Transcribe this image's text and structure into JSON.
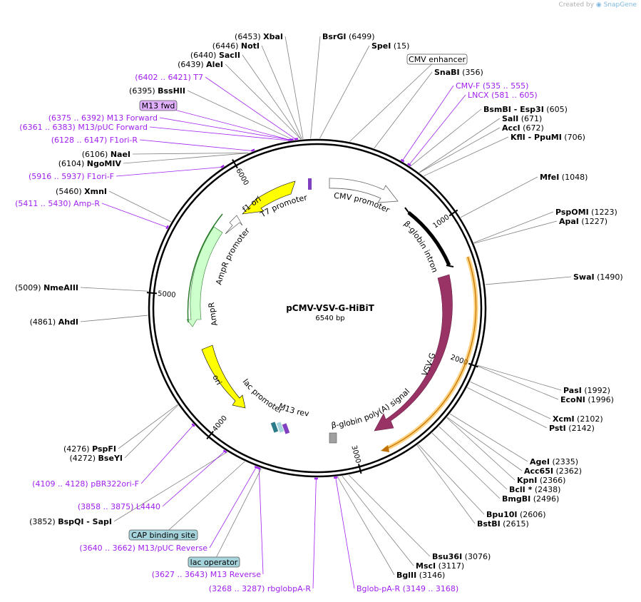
{
  "watermark": {
    "created_by": "Created by",
    "brand": "SnapGene"
  },
  "plasmid": {
    "name": "pCMV-VSV-G-HiBiT",
    "size": "6540 bp"
  },
  "ticks": [
    "1000",
    "2000",
    "3000",
    "4000",
    "5000",
    "6000"
  ],
  "enzymes": [
    {
      "pos": "(6453)",
      "name": "XbaI",
      "suffix": ""
    },
    {
      "pos": "(6446)",
      "name": "NotI",
      "suffix": ""
    },
    {
      "pos": "(6440)",
      "name": "SacII",
      "suffix": ""
    },
    {
      "pos": "(6439)",
      "name": "AleI",
      "suffix": ""
    },
    {
      "pos": "(6395)",
      "name": "BssHII",
      "suffix": ""
    },
    {
      "pos": "(6106)",
      "name": "NaeI",
      "suffix": ""
    },
    {
      "pos": "(6104)",
      "name": "NgoMIV",
      "suffix": ""
    },
    {
      "pos": "(5460)",
      "name": "XmnI",
      "suffix": ""
    },
    {
      "pos": "(5009)",
      "name": "NmeAIII",
      "suffix": ""
    },
    {
      "pos": "(4861)",
      "name": "AhdI",
      "suffix": ""
    },
    {
      "pos": "(4276)",
      "name": "PspFI",
      "suffix": ""
    },
    {
      "pos": "(4272)",
      "name": "BseYI",
      "suffix": ""
    },
    {
      "pos": "(3852)",
      "name": "BspQI",
      "suffix": "- SapI"
    },
    {
      "pos": "(6499)",
      "name": "BsrGI",
      "suffix": ""
    },
    {
      "pos": "(15)",
      "name": "SpeI",
      "suffix": ""
    },
    {
      "pos": "(356)",
      "name": "SnaBI",
      "suffix": ""
    },
    {
      "pos": "(605)",
      "name": "BsmBI",
      "suffix": "- Esp3I"
    },
    {
      "pos": "(671)",
      "name": "SalI",
      "suffix": ""
    },
    {
      "pos": "(672)",
      "name": "AccI",
      "suffix": ""
    },
    {
      "pos": "(706)",
      "name": "KflI",
      "suffix": "- PpuMI"
    },
    {
      "pos": "(1048)",
      "name": "MfeI",
      "suffix": ""
    },
    {
      "pos": "(1223)",
      "name": "PspOMI",
      "suffix": ""
    },
    {
      "pos": "(1227)",
      "name": "ApaI",
      "suffix": ""
    },
    {
      "pos": "(1490)",
      "name": "SwaI",
      "suffix": ""
    },
    {
      "pos": "(1992)",
      "name": "PasI",
      "suffix": ""
    },
    {
      "pos": "(1996)",
      "name": "EcoNI",
      "suffix": ""
    },
    {
      "pos": "(2102)",
      "name": "XcmI",
      "suffix": ""
    },
    {
      "pos": "(2142)",
      "name": "PstI",
      "suffix": ""
    },
    {
      "pos": "(2335)",
      "name": "AgeI",
      "suffix": ""
    },
    {
      "pos": "(2362)",
      "name": "Acc65I",
      "suffix": ""
    },
    {
      "pos": "(2366)",
      "name": "KpnI",
      "suffix": ""
    },
    {
      "pos": "(2438)",
      "name": "BclI *",
      "suffix": ""
    },
    {
      "pos": "(2496)",
      "name": "BmgBI",
      "suffix": ""
    },
    {
      "pos": "(2606)",
      "name": "Bpu10I",
      "suffix": ""
    },
    {
      "pos": "(2615)",
      "name": "BstBI",
      "suffix": ""
    },
    {
      "pos": "(3076)",
      "name": "Bsu36I",
      "suffix": ""
    },
    {
      "pos": "(3117)",
      "name": "MscI",
      "suffix": ""
    },
    {
      "pos": "(3146)",
      "name": "BglII",
      "suffix": ""
    }
  ],
  "primers": [
    {
      "range": "(6402 .. 6421)",
      "name": "T7"
    },
    {
      "range": "(6375 .. 6392)",
      "name": "M13 Forward"
    },
    {
      "range": "(6361 .. 6383)",
      "name": "M13/pUC Forward"
    },
    {
      "range": "(6128 .. 6147)",
      "name": "F1ori-R"
    },
    {
      "range": "(5916 .. 5937)",
      "name": "F1ori-F"
    },
    {
      "range": "(5411 .. 5430)",
      "name": "Amp-R"
    },
    {
      "range": "(4109 .. 4128)",
      "name": "pBR322ori-F"
    },
    {
      "range": "(3858 .. 3875)",
      "name": "L4440"
    },
    {
      "range": "(3640 .. 3662)",
      "name": "M13/pUC Reverse"
    },
    {
      "range": "(3627 .. 3643)",
      "name": "M13 Reverse"
    },
    {
      "range": "(3268 .. 3287)",
      "name": "rbglobpA-R"
    },
    {
      "range": "(535 .. 555)",
      "name": "CMV-F"
    },
    {
      "range": "(581 .. 605)",
      "name": "LNCX"
    },
    {
      "range": "(3149 .. 3168)",
      "name": "Bglob-pA-R"
    }
  ],
  "boxed_labels": [
    "M13 fwd",
    "CMV enhancer",
    "CAP binding site",
    "lac operator"
  ],
  "features": [
    "f1 ori",
    "T7 promoter",
    "CMV promoter",
    "β-globin intron",
    "AmpR promoter",
    "AmpR",
    "VSV-G",
    "ori",
    "lac promoter",
    "M13 rev",
    "β-globin poly(A) signal"
  ],
  "colors": {
    "enzyme_text": "#000000",
    "primer_text": "#a020f0",
    "primer_line": "#a020f0",
    "cut_line": "#808080",
    "f1_ori": "#ffff00",
    "ori": "#ffff00",
    "ampr": "#ccffcc",
    "vsvg": "#993366",
    "hibit_outline": "#ffa500",
    "m13_box": "#e0b0ff",
    "cmv_box": "#ffffff",
    "cap_box": "#a6d4dc",
    "lac_box": "#a6d4dc"
  }
}
